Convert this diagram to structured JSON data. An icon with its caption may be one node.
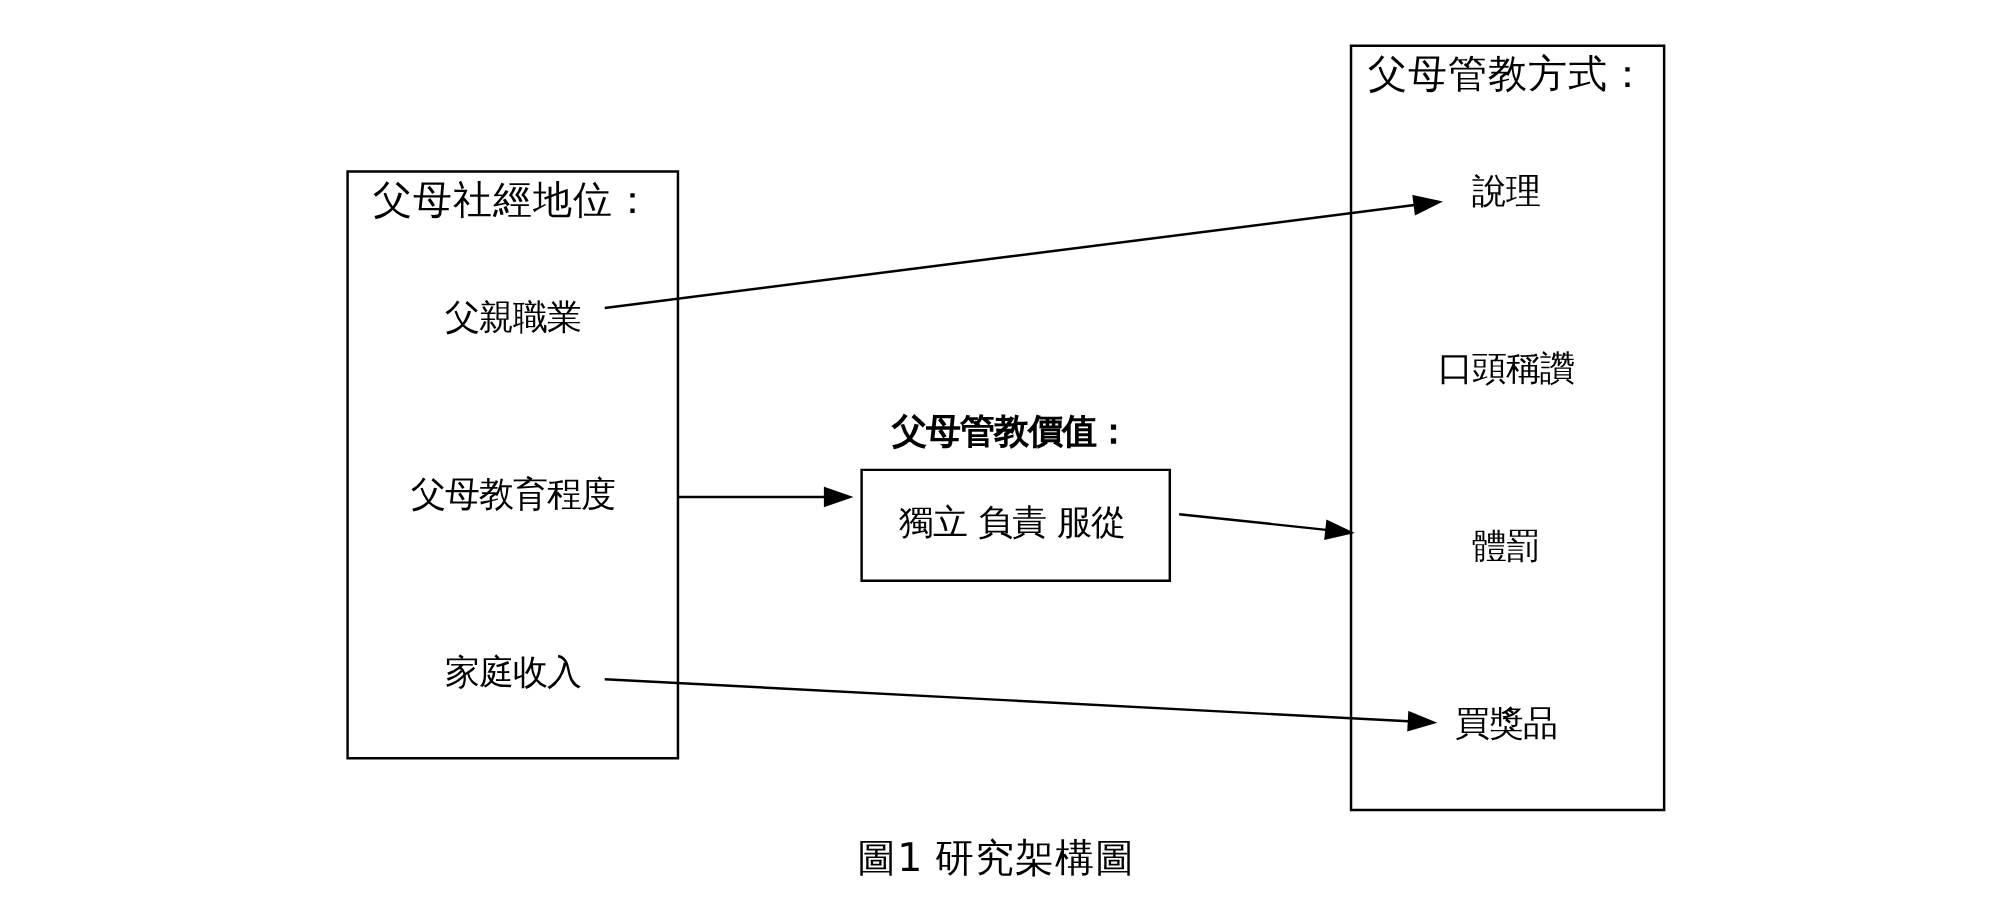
{
  "diagram": {
    "caption": "圖1 研究架構圖",
    "nodes": [
      {
        "text": [
          "父母社經地位："
        ]
      },
      {
        "text": [
          "父親職業"
        ],
        "in": 0
      },
      {
        "text": [
          "父母教育程度"
        ],
        "in": 0
      },
      {
        "text": [
          "家庭收入"
        ],
        "in": 0
      },
      {
        "text": [
          "父母管教價值：",
          "獨立 負責 服從"
        ]
      },
      {
        "text": [
          "父母管教方式："
        ]
      },
      {
        "text": [
          "說理"
        ],
        "in": 5
      },
      {
        "text": [
          "口頭稱讚"
        ],
        "in": 5
      },
      {
        "text": [
          "體罰"
        ],
        "in": 5
      },
      {
        "text": [
          "買獎品"
        ],
        "in": 5
      }
    ],
    "edges": [
      {
        "from": 1,
        "to": 6,
        "arrow": "to"
      },
      {
        "from": 0,
        "to": 4,
        "arrow": "to"
      },
      {
        "from": 4,
        "to": 5,
        "arrow": "to"
      },
      {
        "from": 3,
        "to": 9,
        "arrow": "to"
      }
    ]
  }
}
